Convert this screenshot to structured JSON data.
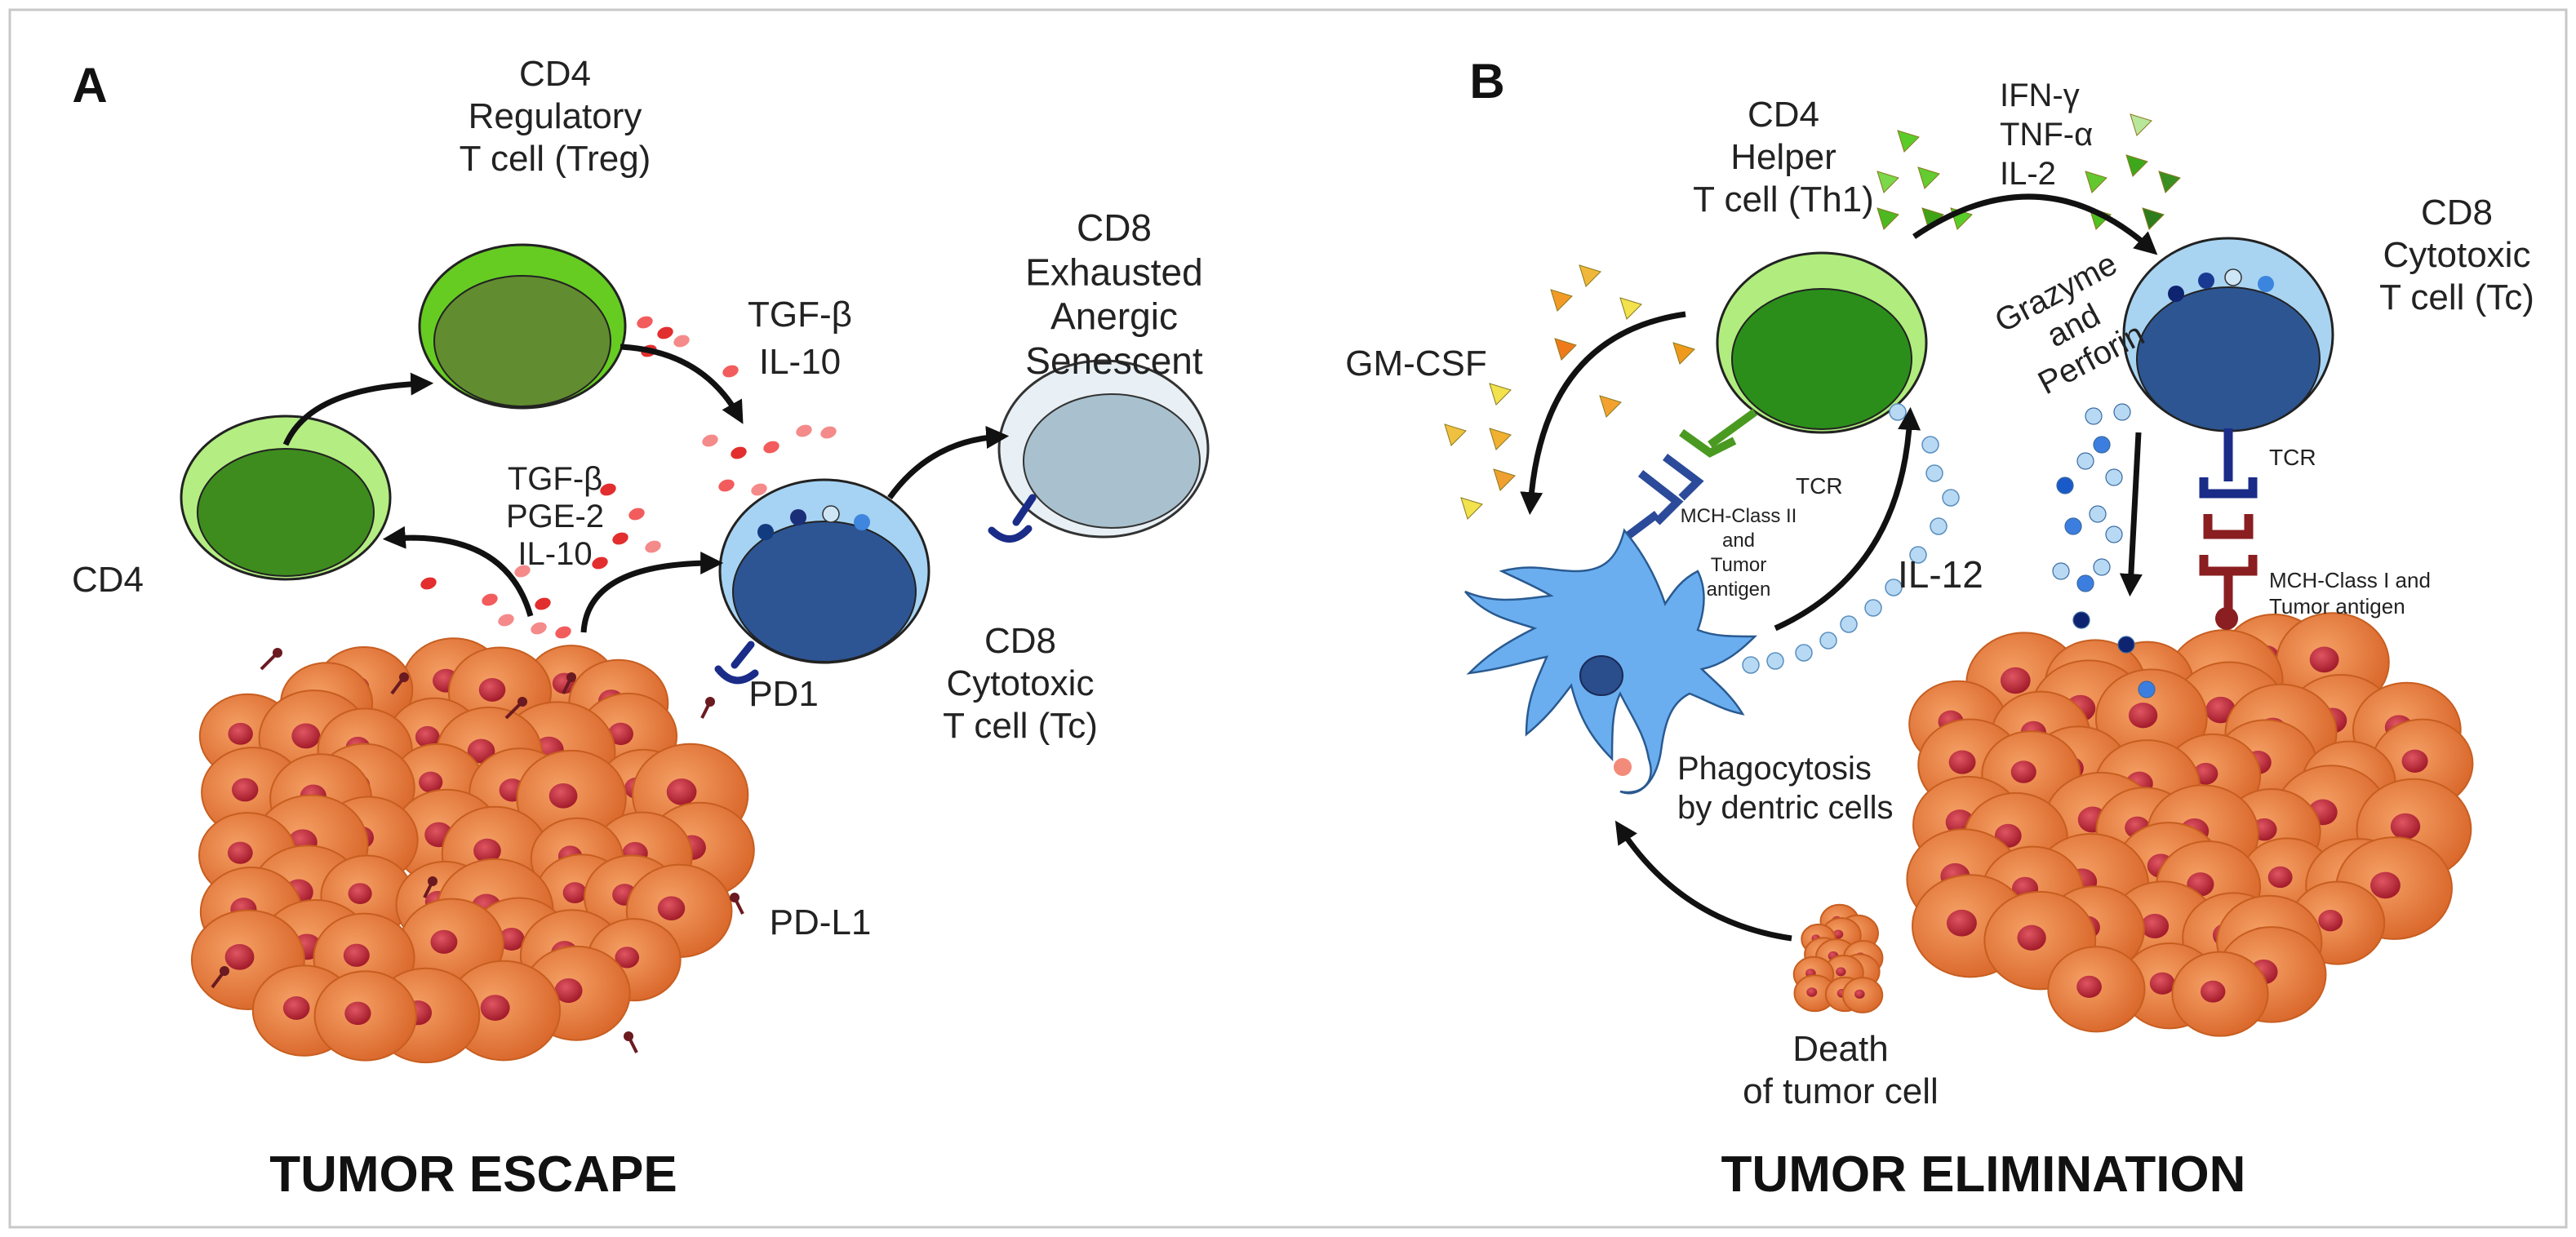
{
  "panels": {
    "a": {
      "letter": "A",
      "title": "TUMOR ESCAPE",
      "cd4": "CD4",
      "treg": [
        "CD4",
        "Regulatory",
        "T cell (Treg)"
      ],
      "treg_cytokines": [
        "TGF-β",
        "IL-10"
      ],
      "tumor_cytokines": [
        "TGF-β",
        "PGE-2",
        "IL-10"
      ],
      "exhausted": [
        "CD8",
        "Exhausted",
        "Anergic",
        "Senescent"
      ],
      "cytotoxic": [
        "CD8",
        "Cytotoxic",
        "T cell (Tc)"
      ],
      "pd1": "PD1",
      "pdl1": "PD-L1"
    },
    "b": {
      "letter": "B",
      "title": "TUMOR ELIMINATION",
      "helper": [
        "CD4",
        "Helper",
        "T cell (Th1)"
      ],
      "th1_cytokines": [
        "IFN-γ",
        "TNF-α",
        "IL-2"
      ],
      "cytotoxic": [
        "CD8",
        "Cytotoxic",
        "T cell (Tc)"
      ],
      "gmcsf": "GM-CSF",
      "tcr_left": "TCR",
      "mhc2": [
        "MCH-Class II",
        "and",
        "Tumor",
        "antigen"
      ],
      "il12": "IL-12",
      "grazyme": [
        "Grazyme",
        "and",
        "Perforin"
      ],
      "tcr_right": "TCR",
      "mhc1": [
        "MCH-Class I and",
        "Tumor antigen"
      ],
      "phago": [
        "Phagocytosis",
        "by dentric cells"
      ],
      "death": [
        "Death",
        "of tumor cell"
      ]
    }
  },
  "colors": {
    "tumor": "#e9803d",
    "tumor_dark": "#c85f22",
    "nucleus": "#c42a3a",
    "cd4_light": "#aeea7c",
    "cd4_dark": "#3d8a1c",
    "treg": "#5fc51f",
    "tc_light": "#a8d4f2",
    "tc_dark": "#2d5592",
    "exhausted": "#e6eef4",
    "exhausted_core": "#a7bfcc",
    "dendritic": "#6aaef0",
    "arrow": "#111111"
  }
}
